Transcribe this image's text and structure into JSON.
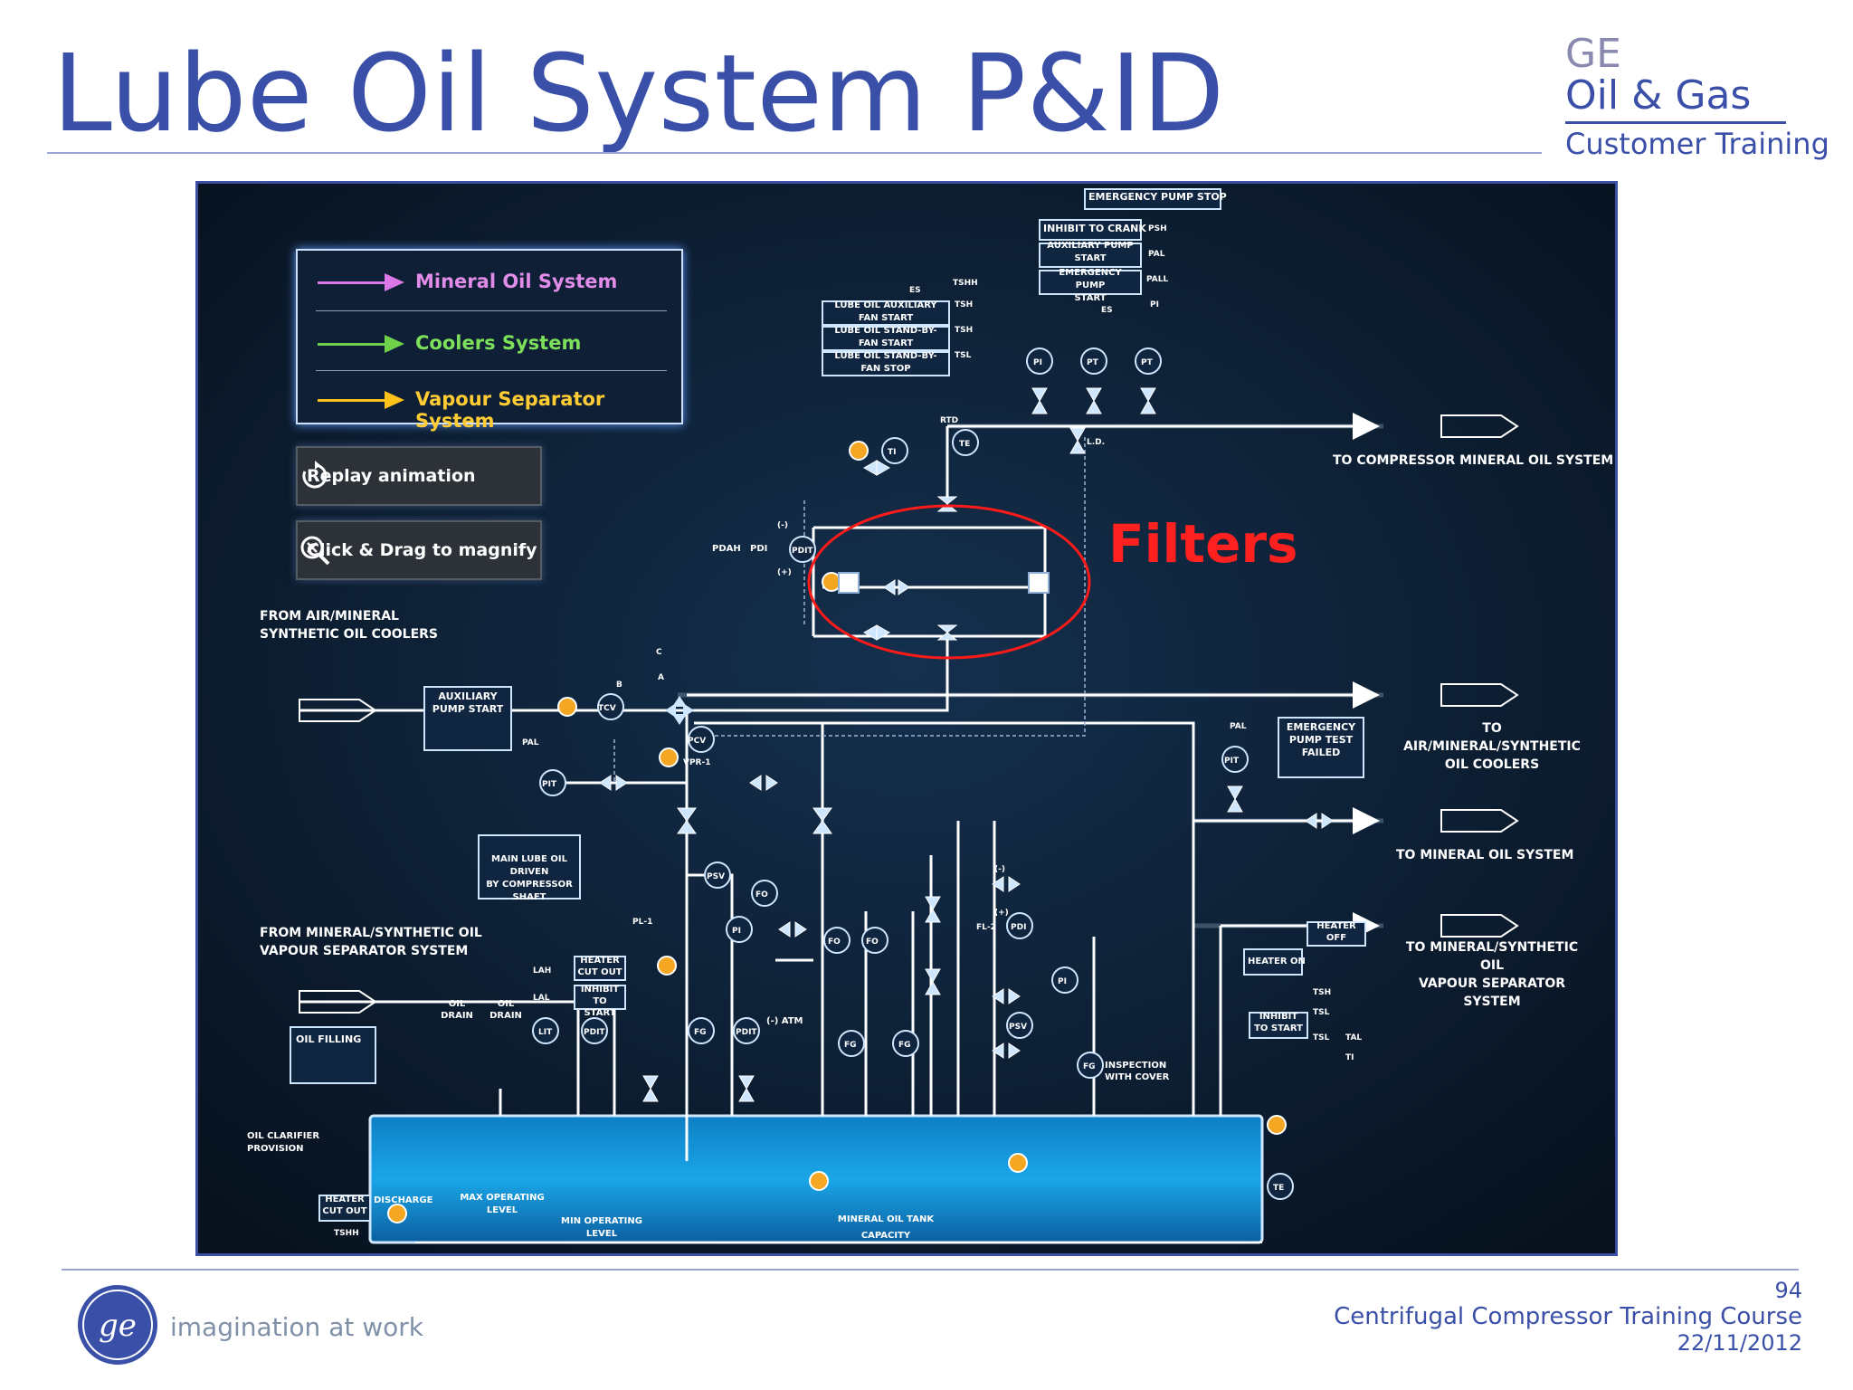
{
  "slide": {
    "title": "Lube Oil System P&ID",
    "brand_line1": "GE",
    "brand_line2": "Oil & Gas",
    "brand_line3": "Customer Training",
    "slide_number": "94",
    "course": "Centrifugal Compressor Training Course",
    "date": "22/11/2012",
    "tagline": "imagination at work"
  },
  "legend": [
    {
      "label": "Mineral Oil System",
      "color": "#d978e6"
    },
    {
      "label": "Coolers System",
      "color": "#6fd14a"
    },
    {
      "label": "Vapour Separator System",
      "color": "#ffc21a"
    }
  ],
  "controls": {
    "replay": "Replay animation",
    "magnify": "Click & Drag to magnify"
  },
  "annotation": "Filters",
  "connections": {
    "to_compressor": "TO COMPRESSOR MINERAL OIL SYSTEM",
    "to_coolers_1": "TO AIR/MINERAL/SYNTHETIC",
    "to_coolers_2": "OIL COOLERS",
    "to_mineral": "TO MINERAL OIL SYSTEM",
    "to_vapour_1": "TO MINERAL/SYNTHETIC OIL",
    "to_vapour_2": "VAPOUR SEPARATOR SYSTEM",
    "from_coolers_1": "FROM AIR/MINERAL",
    "from_coolers_2": "SYNTHETIC OIL COOLERS",
    "from_vapour_1": "FROM MINERAL/SYNTHETIC OIL",
    "from_vapour_2": "VAPOUR SEPARATOR SYSTEM"
  },
  "boxes": {
    "emergency_stop": "EMERGENCY PUMP STOP",
    "inhibit_crank": "INHIBIT TO CRANK",
    "aux_start_1": "AUXILIARY PUMP",
    "aux_start_2": "START",
    "em_start_1": "EMERGENCY PUMP",
    "em_start_2": "START",
    "fan1_1": "LUBE OIL AUXILIARY",
    "fan1_2": "FAN START",
    "fan2_1": "LUBE OIL STAND-BY-",
    "fan2_2": "FAN START",
    "fan3_1": "LUBE OIL STAND-BY-",
    "fan3_2": "FAN STOP",
    "aux_pump_1": "AUXILIARY",
    "aux_pump_2": "PUMP START",
    "main_pump_1": "MAIN LUBE OIL DRIVEN",
    "main_pump_2": "BY COMPRESSOR SHAFT",
    "em_test_1": "EMERGENCY",
    "em_test_2": "PUMP TEST",
    "em_test_3": "FAILED",
    "heater_cut_1": "HEATER",
    "heater_cut_2": "CUT OUT",
    "inhibit_1": "INHIBIT",
    "inhibit_2": "TO START",
    "heater_off_1": "HEATER",
    "heater_off_2": "OFF",
    "heater_on": "HEATER ON",
    "inhibit_r_1": "INHIBIT",
    "inhibit_r_2": "TO START",
    "oil_filling": "OIL FILLING",
    "heater_cut_l_1": "HEATER",
    "heater_cut_l_2": "CUT OUT"
  },
  "tank": {
    "clarifier_1": "OIL CLARIFIER",
    "clarifier_2": "PROVISION",
    "discharge": "DISCHARGE",
    "max_1": "MAX OPERATING",
    "max_2": "LEVEL",
    "min_1": "MIN OPERATING",
    "min_2": "LEVEL",
    "cap_1": "MINERAL OIL TANK",
    "cap_2": "CAPACITY",
    "inspection_1": "INSPECTION",
    "inspection_2": "WITH COVER",
    "drain_1": "OIL",
    "drain_2": "DRAIN",
    "atm": "(-) ATM"
  },
  "tags": {
    "ti": "TI",
    "te": "TE",
    "rtd": "RTD",
    "pi": "PI",
    "pt": "PT",
    "ld": "L.D.",
    "pdah": "PDAH",
    "pdi": "PDI",
    "pdit": "PDIT",
    "tcv": "TCV",
    "pcv": "PCV",
    "vpr": "VPR-1",
    "pit": "PIT",
    "pal": "PAL",
    "psv": "PSV",
    "fo": "FO",
    "pl": "PL-1",
    "fl2": "FL-2",
    "lah": "LAH",
    "lal": "LAL",
    "lit": "LIT",
    "fg": "FG",
    "tsh": "TSH",
    "tsl": "TSL",
    "tal": "TAL",
    "tshh": "TSHH",
    "psh": "PSH",
    "pall": "PALL",
    "es": "ES",
    "neg": "(-)",
    "pos": "(+)",
    "a": "A",
    "b": "B",
    "c": "C"
  }
}
